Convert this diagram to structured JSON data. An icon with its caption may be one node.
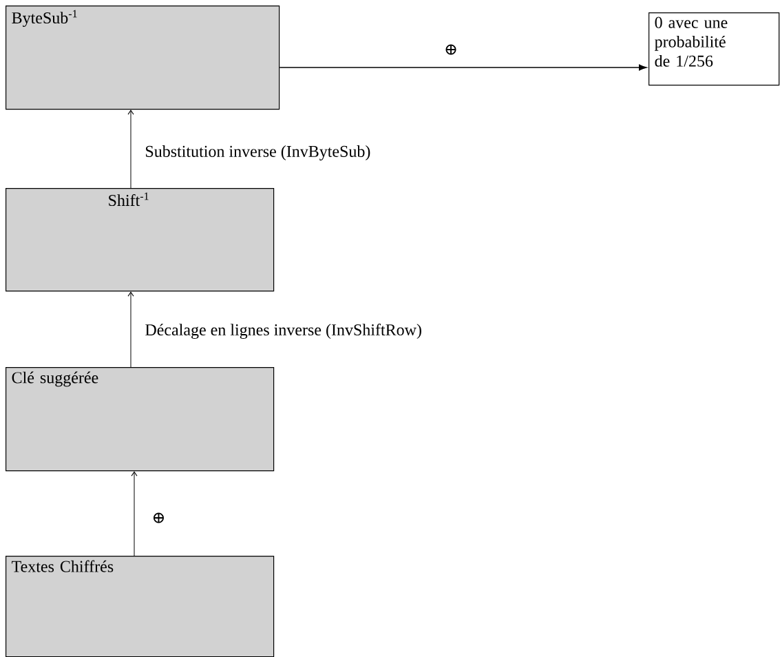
{
  "diagram": {
    "nodes": [
      {
        "text": [
          "ByteSub$^{-1}$"
        ]
      },
      {
        "text": [
          "0 avec une probabilité de 1/256"
        ]
      },
      {
        "text": [
          "Shift$^{-1}$"
        ]
      },
      {
        "text": [
          "Clé suggérée"
        ]
      },
      {
        "text": [
          "Textes Chiffrés"
        ]
      }
    ],
    "edges": [
      {
        "from": 0,
        "to": 1,
        "arrow": "to",
        "label": "⊕"
      },
      {
        "from": 2,
        "to": 0,
        "arrow": "to",
        "label": "Substitution inverse (InvByteSub)"
      },
      {
        "from": 3,
        "to": 2,
        "arrow": "to",
        "label": "Décalage en lignes inverse (InvShiftRow)"
      },
      {
        "from": 4,
        "to": 3,
        "arrow": "to",
        "label": "⊕"
      }
    ]
  }
}
